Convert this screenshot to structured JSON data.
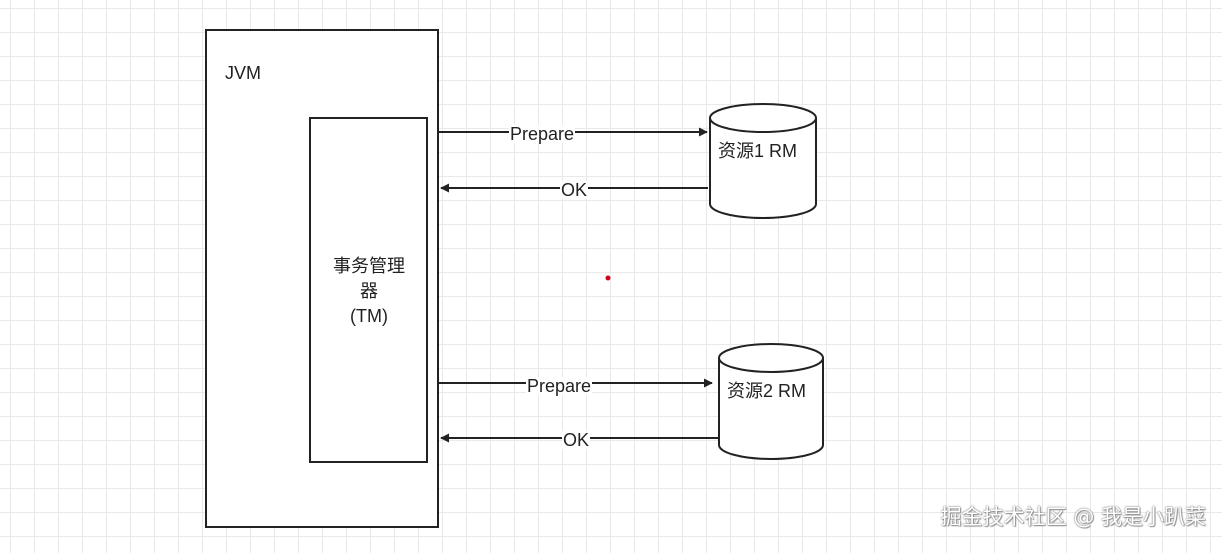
{
  "jvm": {
    "label": "JVM"
  },
  "tm": {
    "line1": "事务管理",
    "line2": "器",
    "line3": "(TM)"
  },
  "resources": [
    {
      "label": "资源1 RM"
    },
    {
      "label": "资源2 RM"
    }
  ],
  "edges": [
    {
      "label": "Prepare",
      "direction": "tm-to-rm",
      "target": "资源1 RM"
    },
    {
      "label": "OK",
      "direction": "rm-to-tm",
      "source": "资源1 RM"
    },
    {
      "label": "Prepare",
      "direction": "tm-to-rm",
      "target": "资源2 RM"
    },
    {
      "label": "OK",
      "direction": "rm-to-tm",
      "source": "资源2 RM"
    }
  ],
  "watermark": "掘金技术社区 @ 我是小趴菜",
  "colors": {
    "stroke": "#222222",
    "grid": "#e9e9e9",
    "dot": "#d0021b"
  }
}
